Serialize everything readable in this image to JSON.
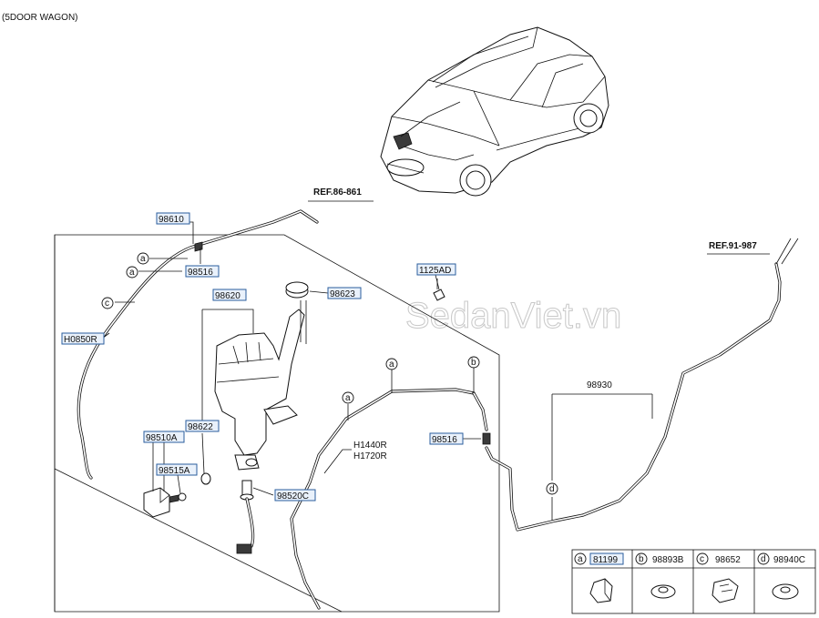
{
  "header": {
    "variant": "(5DOOR WAGON)"
  },
  "watermark": "SedanViet.vn",
  "refs": {
    "ref_top": "REF.86-861",
    "ref_right": "REF.91-987"
  },
  "parts": {
    "p98610": "98610",
    "p98516_top": "98516",
    "p98620": "98620",
    "p98623": "98623",
    "p1125AD": "1125AD",
    "pH0850R": "H0850R",
    "p98622": "98622",
    "p98510A": "98510A",
    "p98515A": "98515A",
    "p98520C": "98520C",
    "pH1440R": "H1440R",
    "pH1720R": "H1720R",
    "p98516_mid": "98516",
    "p98930": "98930"
  },
  "callouts": {
    "a": "a",
    "b": "b",
    "c": "c",
    "d": "d"
  },
  "legend": [
    {
      "letter": "a",
      "part": "81199",
      "boxed": true
    },
    {
      "letter": "b",
      "part": "98893B",
      "boxed": false
    },
    {
      "letter": "c",
      "part": "98652",
      "boxed": false
    },
    {
      "letter": "d",
      "part": "98940C",
      "boxed": false
    }
  ]
}
